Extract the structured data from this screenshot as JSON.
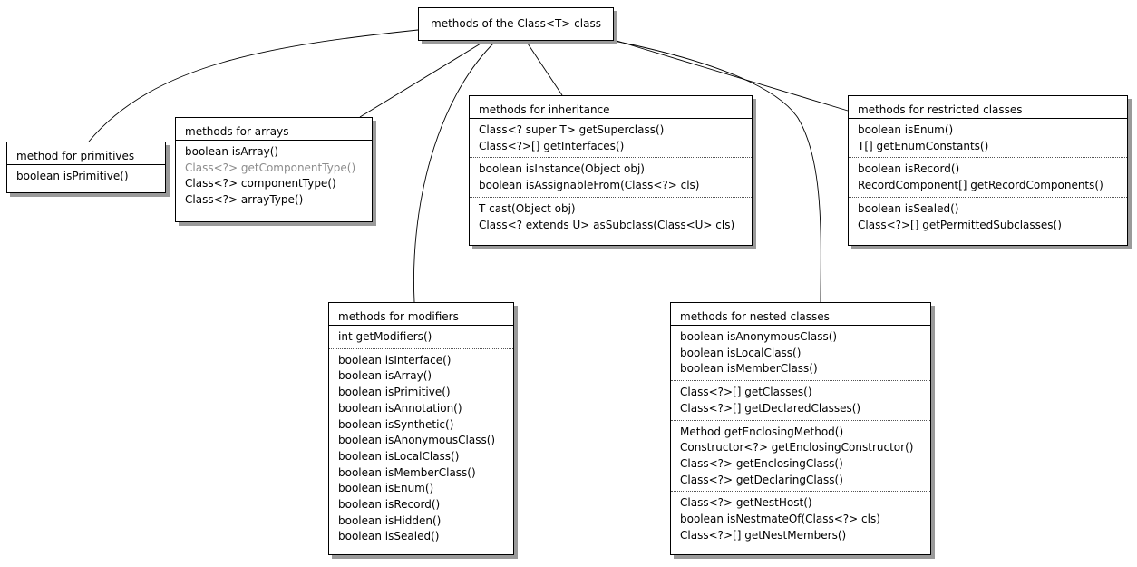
{
  "root": {
    "title": "methods of the Class<T> class"
  },
  "nodes": {
    "primitives": {
      "title": "method for primitives",
      "groups": [
        [
          "boolean isPrimitive()"
        ]
      ]
    },
    "arrays": {
      "title": "methods for arrays",
      "groups": [
        [
          "boolean isArray()",
          "Class<?> getComponentType()",
          "Class<?> componentType()",
          "Class<?> arrayType()"
        ]
      ]
    },
    "inheritance": {
      "title": "methods for inheritance",
      "groups": [
        [
          "Class<? super T> getSuperclass()",
          "Class<?>[] getInterfaces()"
        ],
        [
          "boolean isInstance(Object obj)",
          "boolean isAssignableFrom(Class<?> cls)"
        ],
        [
          "T cast(Object obj)",
          "Class<? extends U> asSubclass(Class<U> cls)"
        ]
      ]
    },
    "restricted": {
      "title": "methods for restricted classes",
      "groups": [
        [
          "boolean isEnum()",
          "T[] getEnumConstants()"
        ],
        [
          "boolean isRecord()",
          "RecordComponent[] getRecordComponents()"
        ],
        [
          "boolean isSealed()",
          "Class<?>[] getPermittedSubclasses()"
        ]
      ]
    },
    "modifiers": {
      "title": "methods for modifiers",
      "groups": [
        [
          "int getModifiers()"
        ],
        [
          "boolean isInterface()",
          "boolean isArray()",
          "boolean isPrimitive()",
          "boolean isAnnotation()",
          "boolean isSynthetic()",
          "boolean isAnonymousClass()",
          "boolean isLocalClass()",
          "boolean isMemberClass()",
          "boolean isEnum()",
          "boolean isRecord()",
          "boolean isHidden()",
          "boolean isSealed()"
        ]
      ]
    },
    "nested": {
      "title": "methods for nested classes",
      "groups": [
        [
          "boolean isAnonymousClass()",
          "boolean isLocalClass()",
          "boolean isMemberClass()"
        ],
        [
          "Class<?>[] getClasses()",
          "Class<?>[] getDeclaredClasses()"
        ],
        [
          "Method getEnclosingMethod()",
          "Constructor<?> getEnclosingConstructor()",
          "Class<?> getEnclosingClass()",
          "Class<?> getDeclaringClass()"
        ],
        [
          "Class<?> getNestHost()",
          "boolean isNestmateOf(Class<?> cls)",
          "Class<?>[] getNestMembers()"
        ]
      ]
    }
  },
  "colors": {
    "deprecated_text": "#8c8c8c",
    "shadow": "#9a9a9a",
    "line": "#000000"
  }
}
